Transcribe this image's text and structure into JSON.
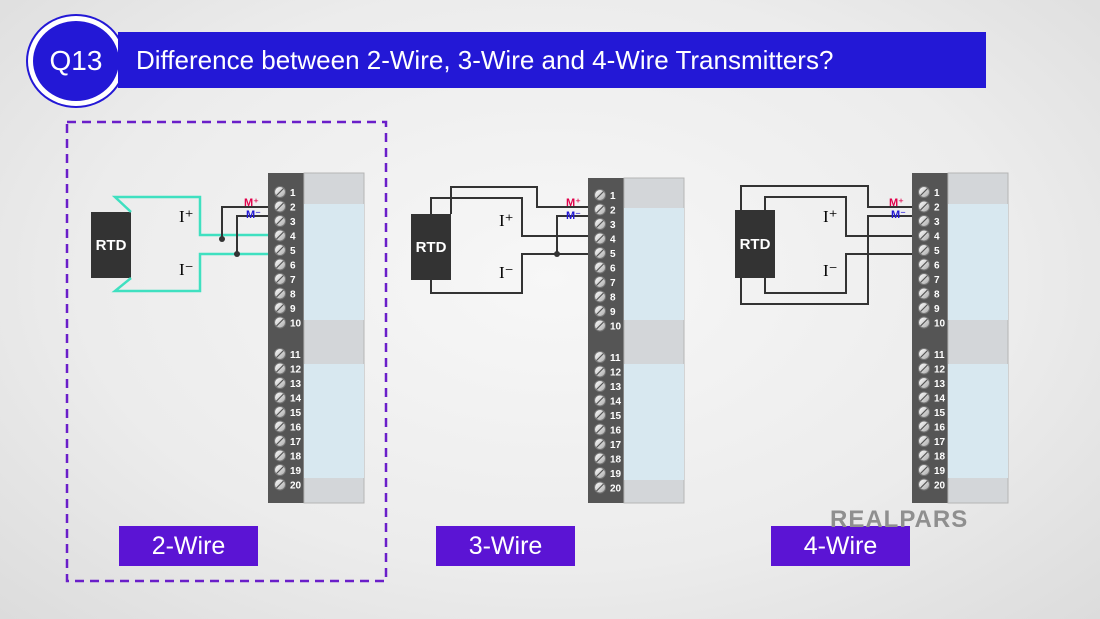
{
  "header": {
    "badge": "Q13",
    "title": "Difference between 2-Wire, 3-Wire and 4-Wire Transmitters?"
  },
  "panels": [
    {
      "label": "2-Wire",
      "rtd": "RTD",
      "i_plus": "I⁺",
      "i_minus": "I⁻",
      "m_plus": "M⁺",
      "m_minus": "M⁻"
    },
    {
      "label": "3-Wire",
      "rtd": "RTD",
      "i_plus": "I⁺",
      "i_minus": "I⁻",
      "m_plus": "M⁺",
      "m_minus": "M⁻"
    },
    {
      "label": "4-Wire",
      "rtd": "RTD",
      "i_plus": "I⁺",
      "i_minus": "I⁻",
      "m_plus": "M⁺",
      "m_minus": "M⁻"
    }
  ],
  "terminals": [
    "1",
    "2",
    "3",
    "4",
    "5",
    "6",
    "7",
    "8",
    "9",
    "10",
    "11",
    "12",
    "13",
    "14",
    "15",
    "16",
    "17",
    "18",
    "19",
    "20"
  ],
  "logo": "REALPARS",
  "colors": {
    "primary": "#2318d6",
    "label_bg": "#5b14d4",
    "wire_2w": "#3fe0c0",
    "wire": "#333333",
    "m_plus": "#e0004a",
    "m_minus": "#2318d6"
  }
}
